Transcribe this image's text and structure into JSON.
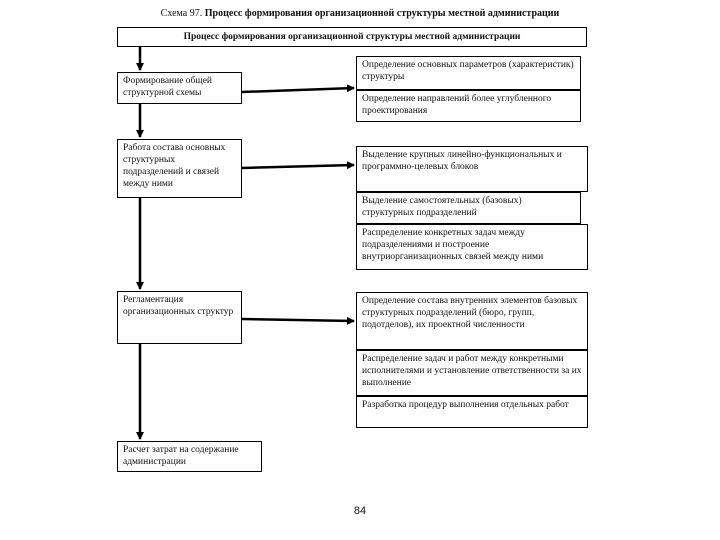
{
  "caption": {
    "prefix": "Схема 97. ",
    "title": "Процесс формирования организационной структуры местной администрации"
  },
  "header": "Процесс формирования организационной структуры местной администрации",
  "left_steps": [
    "Формирование общей структурной схемы",
    "Работа состава основных структурных подразделений и связей между ними",
    "Регламентация организационных структур",
    "Расчет затрат на содержание администрации"
  ],
  "right_steps": [
    "Определение основных параметров (характеристик) структуры",
    "Определение направлений более углубленного проектирования",
    "Выделение крупных линейно-функциональных и программно-целевых блоков",
    "Выделение самостоятельных (базовых) структурных подразделений",
    "Распределение конкретных задач между подразделениями и построение внутриорганизационных связей между ними",
    "Определение состава внутренних элементов базовых структурных подразделений (бюро, групп, подотделов), их проектной численности",
    "Распределение задач и работ между конкретными исполнителями и установление ответственности за их выполнение",
    "Разработка процедур выполнения отдельных работ"
  ],
  "page_number": "84"
}
